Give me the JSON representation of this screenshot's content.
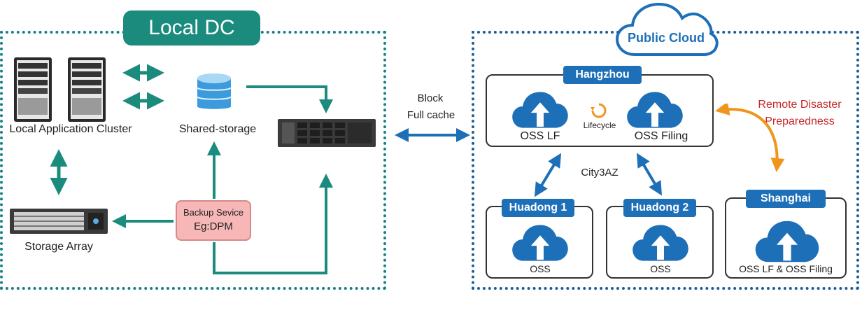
{
  "local_dc": {
    "title": "Local DC",
    "app_cluster_label": "Local Application Cluster",
    "shared_storage_label": "Shared-storage",
    "storage_array_label": "Storage Array",
    "backup_line1": "Backup Sevice",
    "backup_line2": "Eg:DPM"
  },
  "link": {
    "line1": "Block",
    "line2": "Full cache"
  },
  "public_cloud": {
    "title": "Public Cloud",
    "hangzhou": "Hangzhou",
    "oss_lf": "OSS LF",
    "oss_filing": "OSS Filing",
    "lifecycle": "Lifecycle",
    "city_az": "City3AZ",
    "huadong1": "Huadong 1",
    "huadong2": "Huadong 2",
    "shanghai": "Shanghai",
    "oss1": "OSS",
    "oss2": "OSS",
    "oss_shanghai": "OSS LF & OSS Filing",
    "remote_line1": "Remote Disaster",
    "remote_line2": "Preparedness"
  },
  "colors": {
    "teal": "#1b8b7d",
    "blue": "#1d6fb8",
    "orange": "#f0951c",
    "red": "#c62828"
  }
}
